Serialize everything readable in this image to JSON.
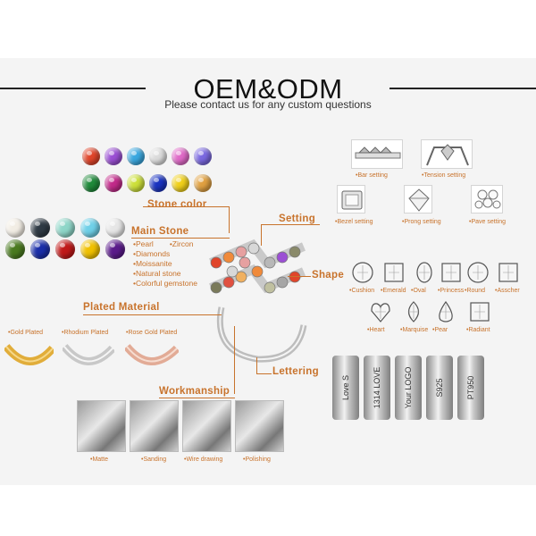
{
  "header": {
    "title": "OEM&ODM",
    "subtitle": "Please contact us for any custom questions"
  },
  "labels": {
    "stone_color": "Stone color",
    "setting": "Setting",
    "main_stone": "Main Stone",
    "shape": "Shape",
    "plated_material": "Plated Material",
    "lettering": "Lettering",
    "workmanship": "Workmanship"
  },
  "main_stone": {
    "items": [
      "•Pearl",
      "•Zircon",
      "•Diamonds",
      "•Moissanite",
      "•Natural stone",
      "•Colorful gemstone"
    ]
  },
  "settings": [
    "•Bar setting",
    "•Tension setting",
    "•Bezel setting",
    "•Prong setting",
    "•Pave setting"
  ],
  "shapes": [
    "•Cushion",
    "•Emerald",
    "•Oval",
    "•Princess",
    "•Round",
    "•Asscher",
    "•Heart",
    "•Marquise",
    "•Pear",
    "•Radiant"
  ],
  "plated": [
    "•Gold Plated",
    "•Rhodium Plated",
    "•Rose Gold Plated"
  ],
  "lettering_samples": [
    "Love S",
    "1314 LOVE",
    "Your LOGO",
    "S925",
    "PT950"
  ],
  "workmanship": [
    "•Matte",
    "•Sanding",
    "•Wire drawing",
    "•Polishing"
  ],
  "colors": {
    "accent": "#c8732c",
    "stones_row1": [
      "#e0452a",
      "#9b4fd4",
      "#3aa8e0",
      "#dcdcdc",
      "#e06ac8",
      "#7a68e0"
    ],
    "stones_row2": [
      "#1f8a3a",
      "#c22a8a",
      "#cde03a",
      "#1a33c0",
      "#f0d01a",
      "#e0a040"
    ],
    "main_row1": [
      "#f2ede4",
      "#2f3a44",
      "#8ed6c8",
      "#6fd0e8",
      "#e6e6e6"
    ],
    "main_row2": [
      "#4a7a20",
      "#1a2ea8",
      "#c01818",
      "#f0c000",
      "#5a1a8a"
    ]
  }
}
